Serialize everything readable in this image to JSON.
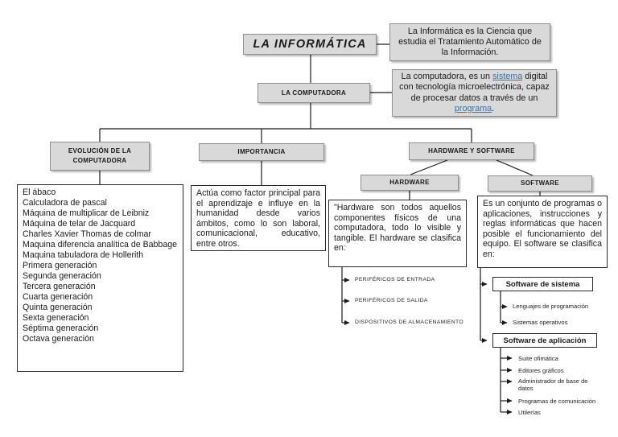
{
  "colors": {
    "node_fill": "#d9d9d9",
    "node_border": "#8f8f8f",
    "content_border": "#2a2a2a",
    "connector": "#1a1a1a",
    "link_blue": "#2e75b6"
  },
  "root": {
    "title": "LA INFORMÁTICA",
    "definition": "La Informática es la Ciencia que estudia el Tratamiento Automático de la Información."
  },
  "computadora": {
    "label": "LA COMPUTADORA",
    "definition": {
      "part1": "La computadora, es un ",
      "link1": "sistema",
      "part2": " digital con tecnología microelectrónica, capaz de procesar datos a través de un ",
      "link2": "programa",
      "part3": "."
    }
  },
  "evolucion": {
    "label": "EVOLUCIÓN DE LA COMPUTADORA",
    "items": [
      "El ábaco",
      "Calculadora de pascal",
      "Máquina de multiplicar de Leibniz",
      "Máquina de telar de Jacquard",
      "Charles Xavier Thomas de colmar",
      "Maquina diferencia analítica de Babbage",
      "Maquina tabuladora de Hollerith",
      "Primera generación",
      "Segunda generación",
      "Tercera generación",
      "Cuarta generación",
      "Quinta generación",
      "Sexta generación",
      "Séptima generación",
      "Octava generación"
    ]
  },
  "importancia": {
    "label": "IMPORTANCIA",
    "text": "Actúa como factor principal para el aprendizaje e influye en la humanidad desde varios ámbitos, como lo son laboral, comunicacional, educativo, entre otros."
  },
  "hardware_software": {
    "label": "HARDWARE Y SOFTWARE",
    "hardware": {
      "label": "HARDWARE",
      "description": "\"Hardware son todos aquellos componentes físicos de una computadora, todo lo visible y tangible. El hardware se clasifica en:",
      "items": [
        "PERIFÉRICOS DE ENTRADA",
        "PERIFÉRICOS DE SALIDA",
        "DISPOSITIVOS DE ALMACENAMIENTO"
      ]
    },
    "software": {
      "label": "SOFTWARE",
      "description": "Es un conjunto de programas o aplicaciones, instrucciones y reglas informáticas que hacen posible el funcionamiento del equipo. El software se clasifica en:",
      "sistema": {
        "label": "Software de sistema",
        "items": [
          "Lenguajes de programación",
          "Sistemas operativos"
        ]
      },
      "aplicacion": {
        "label": "Software de aplicación",
        "items": [
          "Suite ofimática",
          "Editores gráficos",
          "Administrador de base de datos",
          "Programas de comunicación",
          "Utilerías"
        ]
      }
    }
  }
}
